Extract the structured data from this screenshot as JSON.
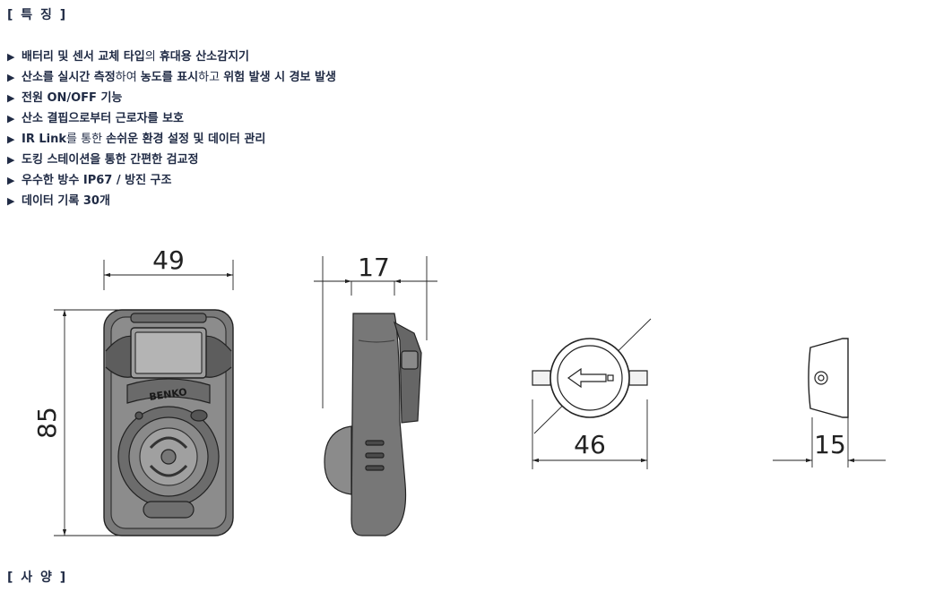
{
  "sections": {
    "features_title": "[ 특 징 ]",
    "specs_title": "[ 사 양 ]"
  },
  "bullet_symbol": "▶",
  "features": [
    {
      "parts": [
        {
          "t": "배터리 및 센서 교체 타입",
          "b": true
        },
        {
          "t": "의 ",
          "b": false
        },
        {
          "t": "휴대용 산소감지기",
          "b": true
        }
      ]
    },
    {
      "parts": [
        {
          "t": "산소를 실시간 측정",
          "b": true
        },
        {
          "t": "하여 ",
          "b": false
        },
        {
          "t": "농도를 표시",
          "b": true
        },
        {
          "t": "하고 ",
          "b": false
        },
        {
          "t": "위험 발생 시 경보 발생",
          "b": true
        }
      ]
    },
    {
      "parts": [
        {
          "t": "전원 ON/OFF 기능",
          "b": true
        }
      ]
    },
    {
      "parts": [
        {
          "t": "산소 결핍으로부터 근로자를 보호",
          "b": true
        }
      ]
    },
    {
      "parts": [
        {
          "t": "IR Link",
          "b": true
        },
        {
          "t": "를 통한 ",
          "b": false
        },
        {
          "t": "손쉬운 환경 설정 및 데이터 관리",
          "b": true
        }
      ]
    },
    {
      "parts": [
        {
          "t": "도킹 스테이션을 통한 간편한 검교정",
          "b": true
        }
      ]
    },
    {
      "parts": [
        {
          "t": "우수한 방수 IP67 / 방진 구조",
          "b": true
        }
      ]
    },
    {
      "parts": [
        {
          "t": "데이터 기록 30개",
          "b": true
        }
      ]
    }
  ],
  "drawings": {
    "front": {
      "width": "49",
      "height": "85",
      "brand": "BENKO"
    },
    "side": {
      "depth": "17"
    },
    "top": {
      "diameter": "46"
    },
    "end": {
      "length": "15"
    }
  }
}
